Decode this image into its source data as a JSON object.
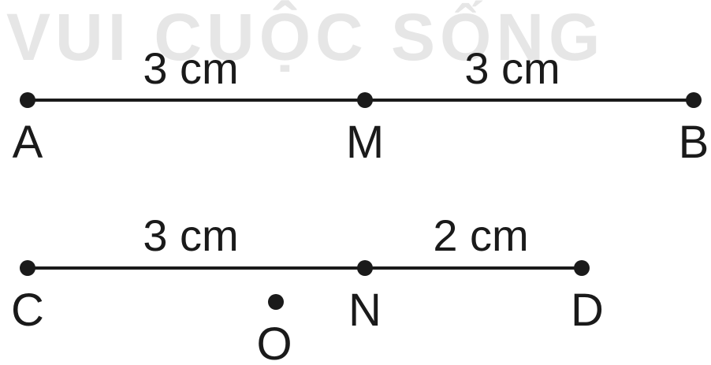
{
  "watermark": "VUI CUỘC SỐNG",
  "row1": {
    "points": {
      "a": "A",
      "m": "M",
      "b": "B"
    },
    "segments": {
      "am": "3 cm",
      "mb": "3 cm"
    }
  },
  "row2": {
    "points": {
      "c": "C",
      "n": "N",
      "d": "D",
      "o": "O"
    },
    "segments": {
      "cn": "3 cm",
      "nd": "2 cm"
    }
  }
}
